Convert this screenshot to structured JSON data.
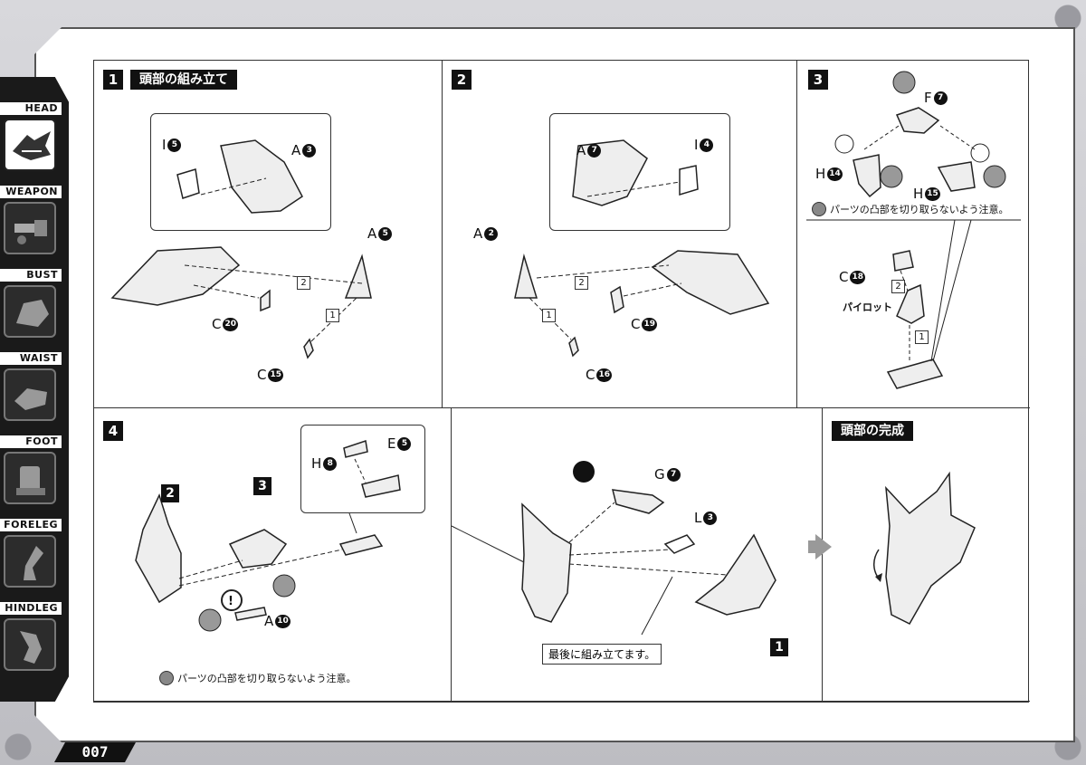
{
  "page_number": "007",
  "sidebar": {
    "tabs": [
      {
        "label": "HEAD",
        "icon": "head-icon",
        "active": true
      },
      {
        "label": "WEAPON",
        "icon": "weapon-icon",
        "active": false
      },
      {
        "label": "BUST",
        "icon": "bust-icon",
        "active": false
      },
      {
        "label": "WAIST",
        "icon": "waist-icon",
        "active": false
      },
      {
        "label": "FOOT",
        "icon": "foot-icon",
        "active": false
      },
      {
        "label": "FORELEG",
        "icon": "foreleg-icon",
        "active": false
      },
      {
        "label": "HINDLEG",
        "icon": "hindleg-icon",
        "active": false
      }
    ]
  },
  "step1": {
    "number": "1",
    "title": "頭部の組み立て",
    "parts": [
      {
        "letter": "I",
        "num": "5"
      },
      {
        "letter": "A",
        "num": "3"
      },
      {
        "letter": "A",
        "num": "5"
      },
      {
        "letter": "C",
        "num": "20"
      },
      {
        "letter": "C",
        "num": "15"
      }
    ],
    "sequence": [
      "1",
      "2"
    ]
  },
  "step2": {
    "number": "2",
    "parts": [
      {
        "letter": "A",
        "num": "7"
      },
      {
        "letter": "I",
        "num": "4"
      },
      {
        "letter": "A",
        "num": "2"
      },
      {
        "letter": "C",
        "num": "19"
      },
      {
        "letter": "C",
        "num": "16"
      }
    ],
    "sequence": [
      "1",
      "2"
    ]
  },
  "step3": {
    "number": "3",
    "parts": [
      {
        "letter": "F",
        "num": "7"
      },
      {
        "letter": "H",
        "num": "14"
      },
      {
        "letter": "H",
        "num": "15"
      },
      {
        "letter": "C",
        "num": "18"
      }
    ],
    "note": "パーツの凸部を切り取らないよう注意。",
    "pilot_label": "パイロット",
    "sequence": [
      "1",
      "2"
    ]
  },
  "step4": {
    "number": "4",
    "sub_steps": [
      "2",
      "3"
    ],
    "parts": [
      {
        "letter": "H",
        "num": "8"
      },
      {
        "letter": "E",
        "num": "5"
      },
      {
        "letter": "A",
        "num": "10"
      }
    ],
    "note": "パーツの凸部を切り取らないよう注意。"
  },
  "step5": {
    "parts": [
      {
        "letter": "G",
        "num": "7"
      },
      {
        "letter": "L",
        "num": "3"
      }
    ],
    "sub_step": "1",
    "note": "最後に組み立てます。"
  },
  "complete": {
    "title": "頭部の完成"
  }
}
